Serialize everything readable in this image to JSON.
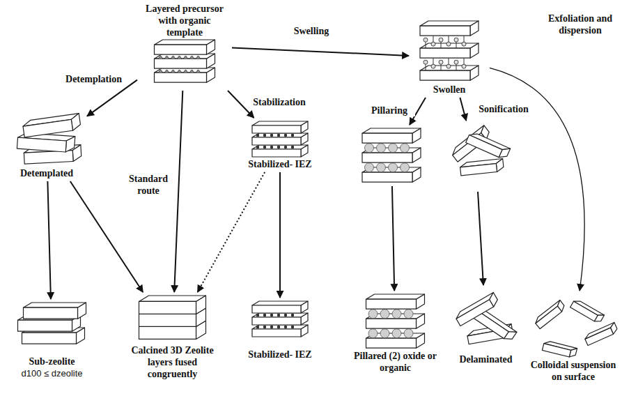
{
  "diagram": {
    "nodes": [
      {
        "text": [
          "Layered precursor with organic template"
        ]
      },
      {
        "text": [
          "Swollen"
        ]
      },
      {
        "text": [
          "Detemplated"
        ]
      },
      {
        "text": [
          "Stabilized- IEZ"
        ]
      },
      {
        "text": []
      },
      {
        "text": []
      },
      {
        "text": [
          "Sub-zeolite",
          "d100 ≤ dzeolite"
        ]
      },
      {
        "text": [
          "Calcined 3D Zeolite layers fused congruently"
        ]
      },
      {
        "text": [
          "Stabilized- IEZ"
        ]
      },
      {
        "text": [
          "Pillared (2) oxide or organic"
        ]
      },
      {
        "text": [
          "Delaminated"
        ]
      },
      {
        "text": [
          "Colloidal suspension on surface"
        ]
      }
    ],
    "edges": [
      {
        "from": 0,
        "to": 2,
        "arrow": "to",
        "label": "Detemplation"
      },
      {
        "from": 0,
        "to": 7,
        "arrow": "to",
        "label": "Standard route"
      },
      {
        "from": 0,
        "to": 3,
        "arrow": "to",
        "label": "Stabilization"
      },
      {
        "from": 0,
        "to": 1,
        "arrow": "to",
        "label": "Swelling"
      },
      {
        "from": 1,
        "to": 4,
        "arrow": "to",
        "label": "Pillaring"
      },
      {
        "from": 1,
        "to": 5,
        "arrow": "to",
        "label": "Sonification"
      },
      {
        "from": 1,
        "to": 11,
        "arrow": "to",
        "label": "Exfoliation and dispersion"
      },
      {
        "from": 2,
        "to": 6,
        "arrow": "to"
      },
      {
        "from": 2,
        "to": 7,
        "arrow": "to"
      },
      {
        "from": 3,
        "to": 7,
        "arrow": "to"
      },
      {
        "from": 3,
        "to": 8,
        "arrow": "to"
      },
      {
        "from": 4,
        "to": 9,
        "arrow": "to"
      },
      {
        "from": 5,
        "to": 10,
        "arrow": "to"
      }
    ]
  }
}
